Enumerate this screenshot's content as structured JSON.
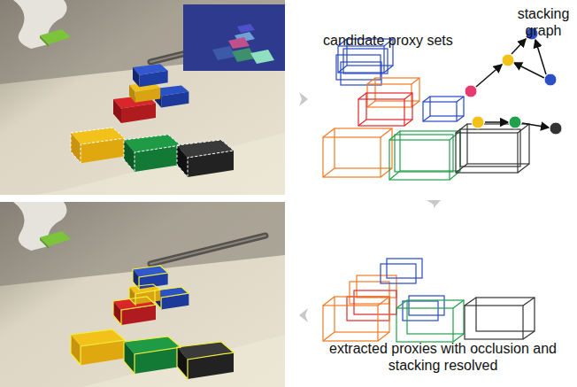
{
  "diagram": {
    "labels": [
      "candidate proxy sets",
      "stacking graph",
      "extracted proxies with occlusion and stacking resolved"
    ]
  }
}
